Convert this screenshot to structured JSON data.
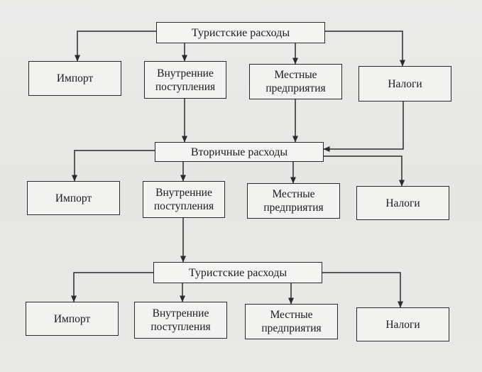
{
  "levels": [
    {
      "hub": "Туристские расходы",
      "items": [
        "Импорт",
        "Внутренние\nпоступления",
        "Местные\nпредприятия",
        "Налоги"
      ]
    },
    {
      "hub": "Вторичные расходы",
      "items": [
        "Импорт",
        "Внутренние\nпоступления",
        "Местные\nпредприятия",
        "Налоги"
      ]
    },
    {
      "hub": "Туристские расходы",
      "items": [
        "Импорт",
        "Внутренние\nпоступления",
        "Местные\nпредприятия",
        "Налоги"
      ]
    }
  ],
  "colors": {
    "line": "#2a2a2a",
    "box_fill": "#f2f2f0",
    "background": "#e8e8e6"
  }
}
